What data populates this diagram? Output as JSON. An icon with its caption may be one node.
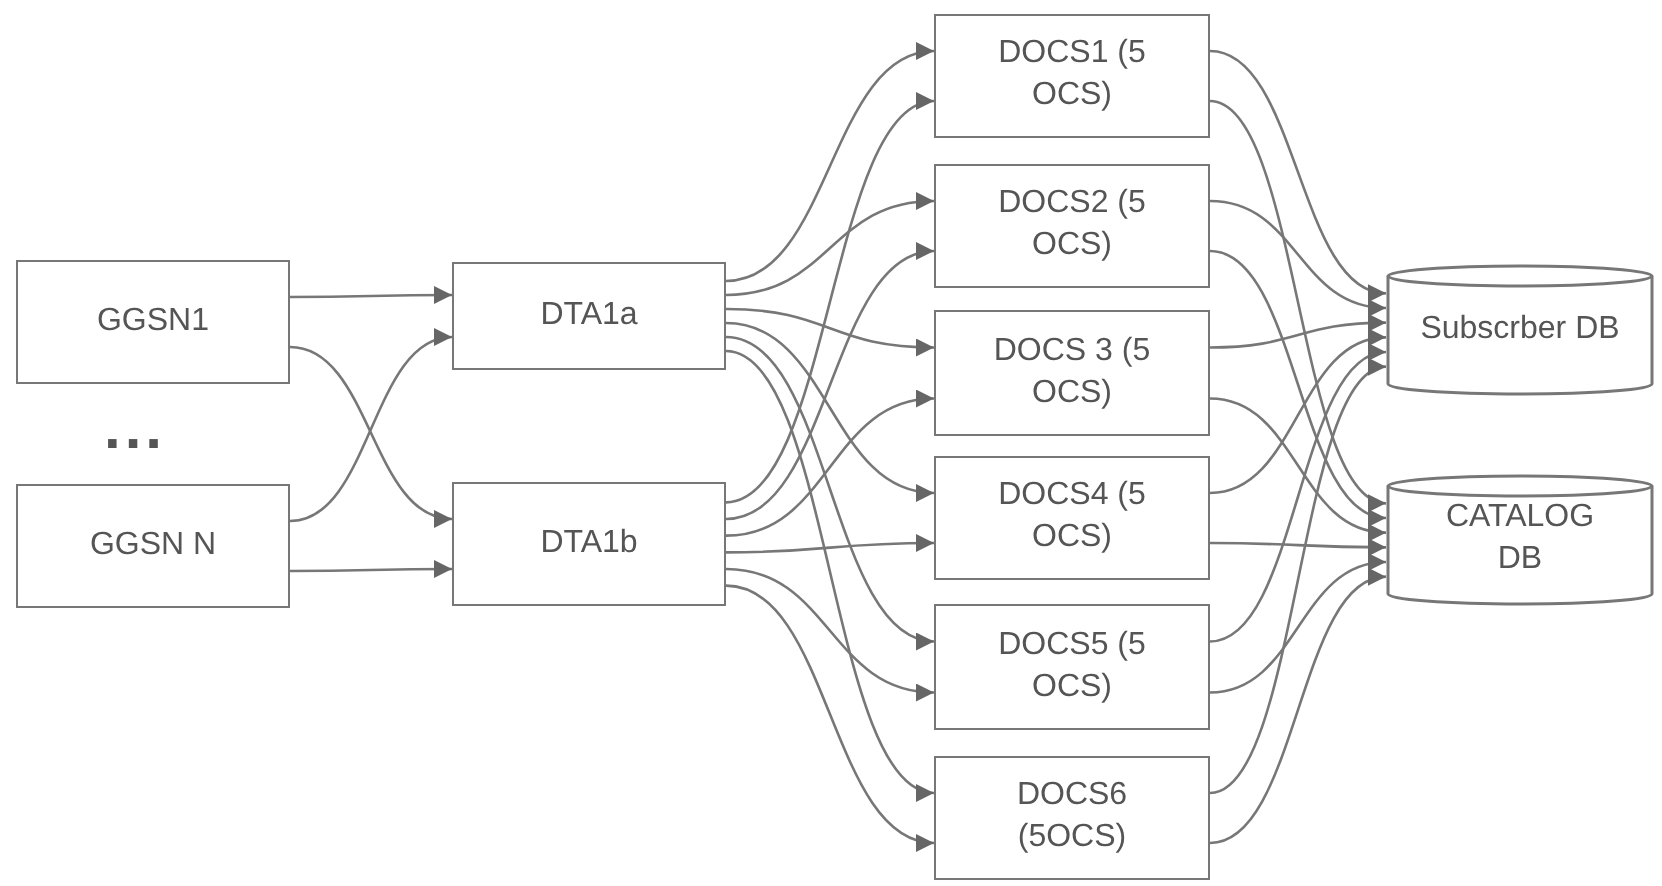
{
  "diagram": {
    "nodes": [
      {
        "text": [
          "GGSN1"
        ]
      },
      {
        "text": [
          "GGSN N"
        ]
      },
      {
        "text": [
          "DTA1a"
        ]
      },
      {
        "text": [
          "DTA1b"
        ]
      },
      {
        "text": [
          "DOCS1 (5 OCS)"
        ]
      },
      {
        "text": [
          "DOCS2 (5 OCS)"
        ]
      },
      {
        "text": [
          "DOCS 3 (5 OCS)"
        ]
      },
      {
        "text": [
          "DOCS4 (5 OCS)"
        ]
      },
      {
        "text": [
          "DOCS5 (5 OCS)"
        ]
      },
      {
        "text": [
          "DOCS6 (5OCS)"
        ]
      },
      {
        "text": [
          "Subscrber DB"
        ]
      },
      {
        "text": [
          "CATALOG DB"
        ]
      }
    ],
    "edges": [
      {
        "from": 0,
        "to": 2,
        "arrow": "to"
      },
      {
        "from": 0,
        "to": 3,
        "arrow": "to"
      },
      {
        "from": 1,
        "to": 2,
        "arrow": "to"
      },
      {
        "from": 1,
        "to": 3,
        "arrow": "to"
      },
      {
        "from": 2,
        "to": 4,
        "arrow": "to"
      },
      {
        "from": 2,
        "to": 5,
        "arrow": "to"
      },
      {
        "from": 2,
        "to": 6,
        "arrow": "to"
      },
      {
        "from": 2,
        "to": 7,
        "arrow": "to"
      },
      {
        "from": 2,
        "to": 8,
        "arrow": "to"
      },
      {
        "from": 2,
        "to": 9,
        "arrow": "to"
      },
      {
        "from": 3,
        "to": 4,
        "arrow": "to"
      },
      {
        "from": 3,
        "to": 5,
        "arrow": "to"
      },
      {
        "from": 3,
        "to": 6,
        "arrow": "to"
      },
      {
        "from": 3,
        "to": 7,
        "arrow": "to"
      },
      {
        "from": 3,
        "to": 8,
        "arrow": "to"
      },
      {
        "from": 3,
        "to": 9,
        "arrow": "to"
      },
      {
        "from": 4,
        "to": 10,
        "arrow": "to"
      },
      {
        "from": 4,
        "to": 11,
        "arrow": "to"
      },
      {
        "from": 5,
        "to": 10,
        "arrow": "to"
      },
      {
        "from": 5,
        "to": 11,
        "arrow": "to"
      },
      {
        "from": 6,
        "to": 10,
        "arrow": "to"
      },
      {
        "from": 6,
        "to": 11,
        "arrow": "to"
      },
      {
        "from": 7,
        "to": 10,
        "arrow": "to"
      },
      {
        "from": 7,
        "to": 11,
        "arrow": "to"
      },
      {
        "from": 8,
        "to": 10,
        "arrow": "to"
      },
      {
        "from": 8,
        "to": 11,
        "arrow": "to"
      },
      {
        "from": 9,
        "to": 10,
        "arrow": "to"
      },
      {
        "from": 9,
        "to": 11,
        "arrow": "to"
      }
    ],
    "labels": [
      "..."
    ]
  }
}
